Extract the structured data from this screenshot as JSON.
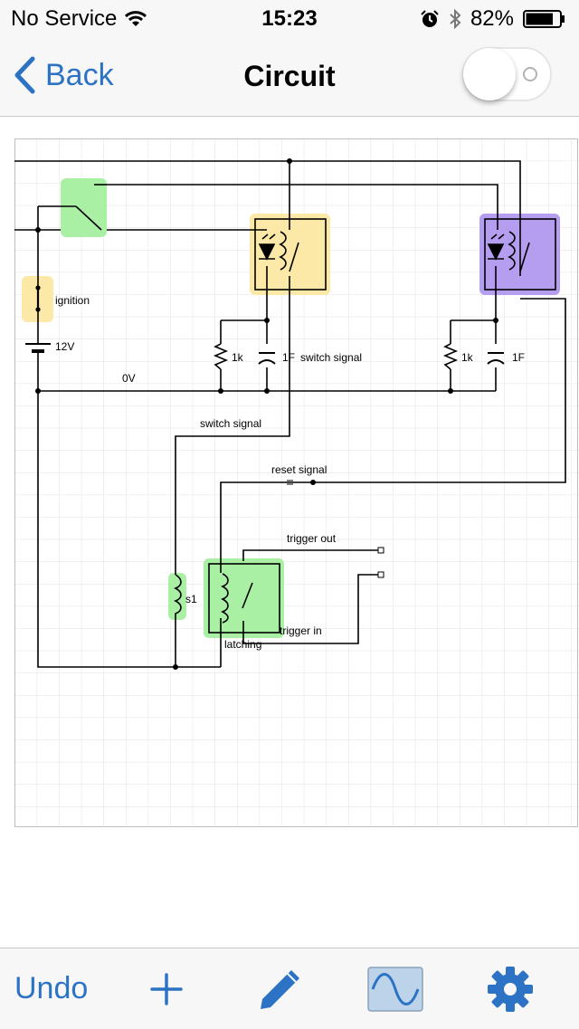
{
  "status_bar": {
    "carrier": "No Service",
    "time": "15:23",
    "battery": "82%",
    "battery_level": 0.82
  },
  "nav": {
    "back_label": "Back",
    "title": "Circuit",
    "toggle_on": false
  },
  "circuit": {
    "labels": {
      "ignition": "ignition",
      "battery_voltage": "12V",
      "ground": "0V",
      "resistor_1": "1k",
      "capacitor_1": "1F",
      "switch_signal_1": "switch signal",
      "resistor_2": "1k",
      "capacitor_2": "1F",
      "switch_signal_2": "switch signal",
      "reset_signal": "reset signal",
      "trigger_out": "trigger out",
      "trigger_in": "trigger in",
      "coil": "s1",
      "latching": "latching"
    },
    "highlight_colors": {
      "green": "#a9f0a5",
      "yellow": "#fde9a7",
      "purple": "#b59ef0"
    }
  },
  "toolbar": {
    "undo_label": "Undo",
    "icons": [
      "plus-icon",
      "pencil-icon",
      "waveform-icon",
      "gear-icon"
    ],
    "accent": "#2d73c5"
  }
}
